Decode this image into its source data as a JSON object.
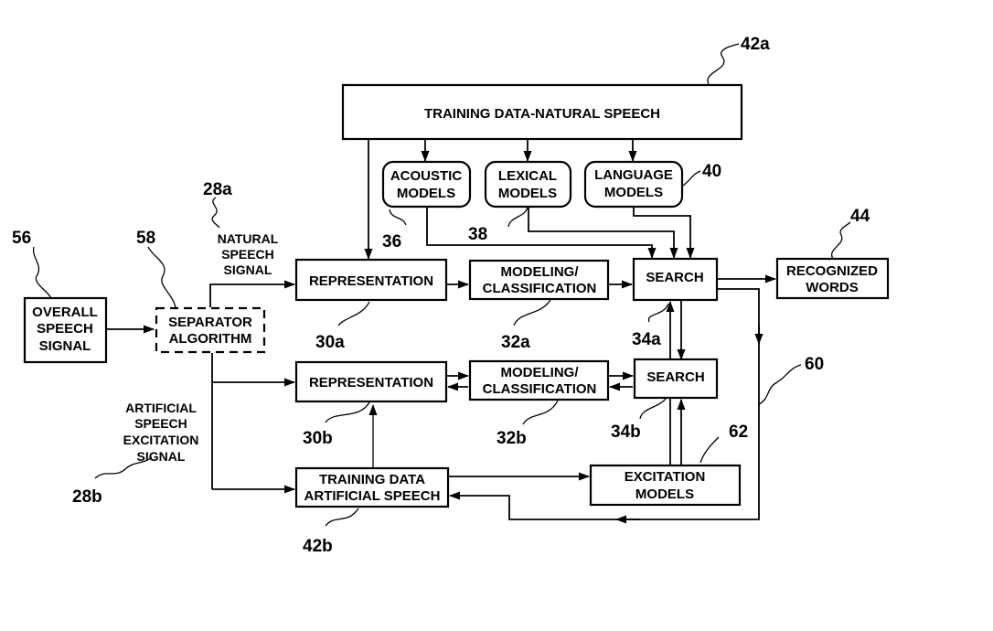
{
  "blocks": {
    "training_natural": "TRAINING DATA-NATURAL SPEECH",
    "acoustic": [
      "ACOUSTIC",
      "MODELS"
    ],
    "lexical": [
      "LEXICAL",
      "MODELS"
    ],
    "language": [
      "LANGUAGE",
      "MODELS"
    ],
    "representation_a": "REPRESENTATION",
    "modeling_a": [
      "MODELING/",
      "CLASSIFICATION"
    ],
    "search_a": "SEARCH",
    "recognized": [
      "RECOGNIZED",
      "WORDS"
    ],
    "overall": [
      "OVERALL",
      "SPEECH",
      "SIGNAL"
    ],
    "separator": [
      "SEPARATOR",
      "ALGORITHM"
    ],
    "representation_b": "REPRESENTATION",
    "modeling_b": [
      "MODELING/",
      "CLASSIFICATION"
    ],
    "search_b": "SEARCH",
    "training_artificial": [
      "TRAINING DATA",
      "ARTIFICIAL SPEECH"
    ],
    "excitation": [
      "EXCITATION",
      "MODELS"
    ]
  },
  "signals": {
    "natural": [
      "NATURAL",
      "SPEECH",
      "SIGNAL"
    ],
    "artificial": [
      "ARTIFICIAL",
      "SPEECH",
      "EXCITATION",
      "SIGNAL"
    ]
  },
  "refs": {
    "r42a": "42a",
    "r40": "40",
    "r36": "36",
    "r38": "38",
    "r44": "44",
    "r28a": "28a",
    "r56": "56",
    "r58": "58",
    "r30a": "30a",
    "r32a": "32a",
    "r34a": "34a",
    "r60": "60",
    "r30b": "30b",
    "r32b": "32b",
    "r34b": "34b",
    "r62": "62",
    "r28b": "28b",
    "r42b": "42b"
  }
}
